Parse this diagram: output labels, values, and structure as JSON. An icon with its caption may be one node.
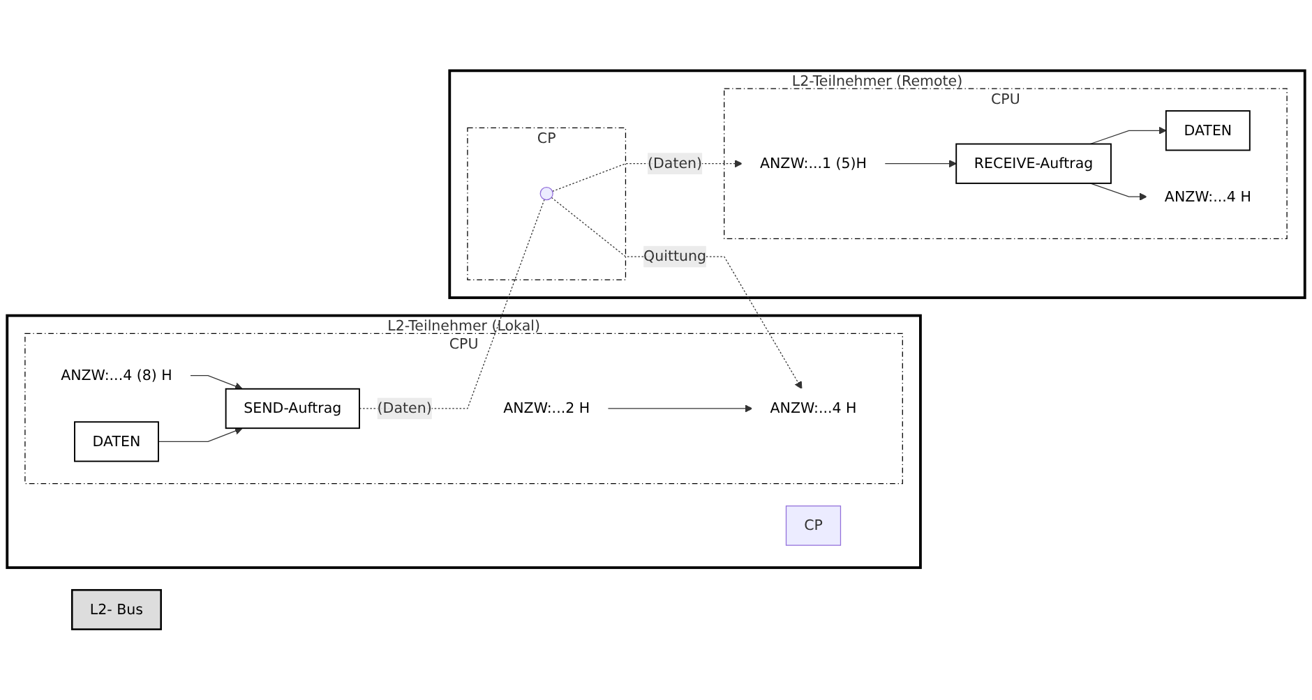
{
  "diagram": {
    "nodes": [
      {
        "text": [
          "L2-Teilnehmer (Lokal)"
        ]
      },
      {
        "text": [
          "CPU"
        ],
        "in": 0
      },
      {
        "text": [
          "CP"
        ],
        "in": 0
      },
      {
        "text": [
          "L2- Bus"
        ]
      },
      {
        "text": [
          "L2-Teilnehmer (Remote)"
        ]
      },
      {
        "text": [
          "CP"
        ],
        "in": 4
      },
      {
        "text": [
          "CPU"
        ],
        "in": 4
      },
      {
        "text": [
          "ANZW:...4 (8) H"
        ],
        "in": 1
      },
      {
        "text": [
          "DATEN"
        ],
        "in": 1
      },
      {
        "text": [
          "SEND-Auftrag"
        ],
        "in": 1
      },
      {
        "text": [
          "ANZW:...2 H"
        ],
        "in": 1
      },
      {
        "text": [
          "ANZW:...4 H"
        ],
        "in": 1
      },
      {
        "text": [],
        "shape": "circle",
        "in": 5
      },
      {
        "text": [
          "ANZW:...1 (5)H"
        ],
        "in": 6
      },
      {
        "text": [
          "RECEIVE-Auftrag"
        ],
        "in": 6
      },
      {
        "text": [
          "DATEN"
        ],
        "in": 6
      },
      {
        "text": [
          "ANZW:...4 H"
        ],
        "in": 6
      }
    ],
    "edges": [
      {
        "from": 7,
        "to": 9,
        "arrow": "to"
      },
      {
        "from": 8,
        "to": 9,
        "arrow": "to"
      },
      {
        "from": 9,
        "to": 12,
        "arrow": "none",
        "style": "dashed",
        "label": "(Daten)"
      },
      {
        "from": 12,
        "to": 13,
        "arrow": "to",
        "style": "dashed",
        "label": "(Daten)"
      },
      {
        "from": 10,
        "to": 11,
        "arrow": "to"
      },
      {
        "from": 12,
        "to": 11,
        "arrow": "to",
        "style": "dashed",
        "label": "Quittung"
      },
      {
        "from": 13,
        "to": 14,
        "arrow": "to"
      },
      {
        "from": 14,
        "to": 15,
        "arrow": "to"
      },
      {
        "from": 14,
        "to": 16,
        "arrow": "to"
      }
    ]
  }
}
